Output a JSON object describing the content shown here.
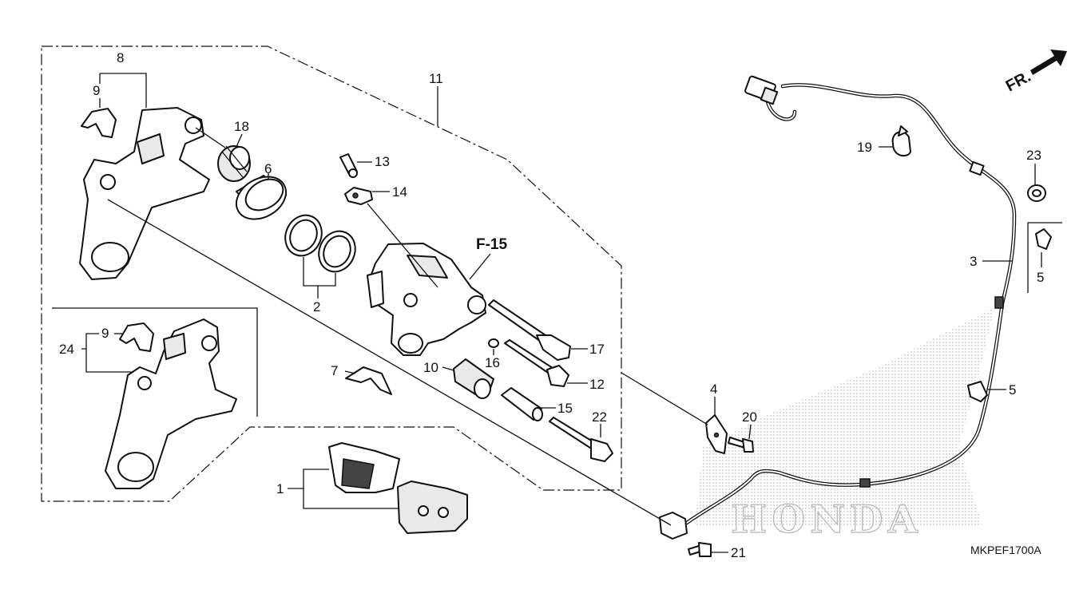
{
  "reference": "F-15",
  "direction_label": "FR.",
  "diagram_code": "MKPEF1700A",
  "watermark": "HONDA",
  "callouts": {
    "c1": "1",
    "c2": "2",
    "c3": "3",
    "c4": "4",
    "c5a": "5",
    "c5b": "5",
    "c6": "6",
    "c7": "7",
    "c8": "8",
    "c9a": "9",
    "c9b": "9",
    "c10": "10",
    "c11": "11",
    "c12": "12",
    "c13": "13",
    "c14": "14",
    "c15": "15",
    "c16": "16",
    "c17": "17",
    "c18": "18",
    "c19": "19",
    "c20": "20",
    "c21": "21",
    "c22": "22",
    "c23": "23",
    "c24": "24"
  }
}
